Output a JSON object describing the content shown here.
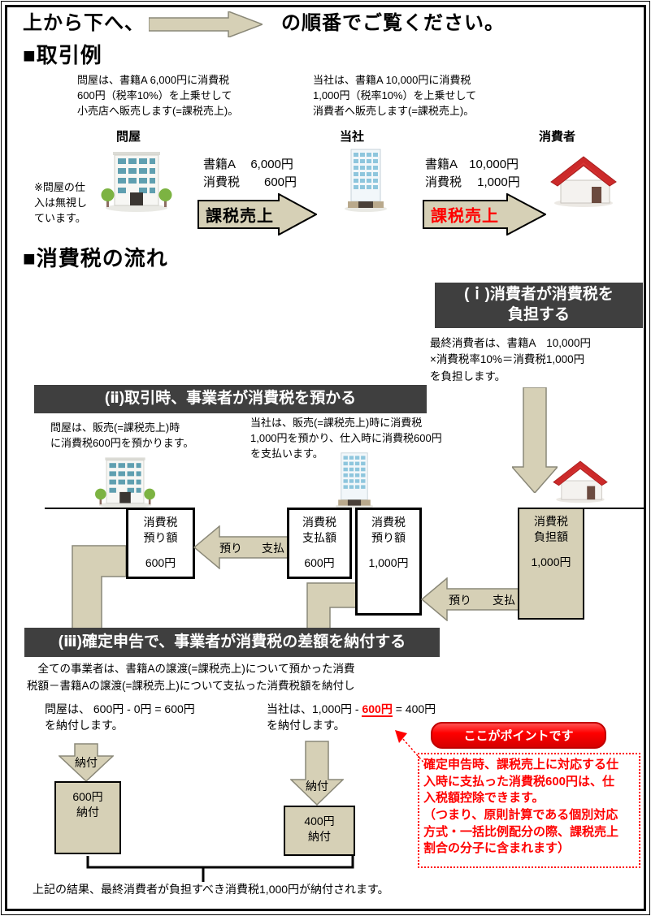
{
  "colors": {
    "beige": "#d6d0b6",
    "beige_border": "#8a8878",
    "dark_header": "#3f3f3f",
    "accent_red": "#ff0000"
  },
  "guide": {
    "prefix": "上から下へ、",
    "suffix": "の順番でご覧ください。"
  },
  "transaction": {
    "heading": "■取引例",
    "wholesaler_para": "問屋は、書籍A 6,000円に消費税\n600円（税率10%）を上乗せして\n小売店へ販売します(=課税売上)。",
    "company_para": "当社は、書籍A 10,000円に消費税\n1,000円（税率10%）を上乗せして\n消費者へ販売します(=課税売上)。",
    "wholesaler_label": "問屋",
    "company_label": "当社",
    "consumer_label": "消費者",
    "wholesaler_note": "※問屋の仕\n入は無視し\nています。",
    "price_wholesaler": "書籍A　 6,000円\n消費税　　600円",
    "price_company": "書籍A　10,000円\n消費税　 1,000円",
    "taxable_sale_label": "課税売上"
  },
  "flow": {
    "heading": "■消費税の流れ",
    "step1": {
      "title": "(ｉ)消費者が消費税を\n負担する",
      "body": "最終消費者は、書籍A　10,000円\n×消費税率10%＝消費税1,000円\nを負担します。"
    },
    "step2": {
      "title": "(ⅱ)取引時、事業者が消費税を預かる",
      "body_left": "問屋は、販売(=課税売上)時\nに消費税600円を預かります。",
      "body_right": "当社は、販売(=課税売上)時に消費税\n1,000円を預かり、仕入時に消費税600円\nを支払います。"
    },
    "boxes": {
      "wholesaler_kept": {
        "title": "消費税\n預り額",
        "amount": "600円"
      },
      "company_paid": {
        "title": "消費税\n支払額",
        "amount": "600円"
      },
      "company_kept": {
        "title": "消費税\n預り額",
        "amount": "1,000円"
      },
      "consumer_burden": {
        "title": "消費税\n負担額",
        "amount": "1,000円"
      }
    },
    "arrow_labels": {
      "azukari": "預り",
      "shiharai": "支払",
      "nofu": "納付"
    },
    "step3": {
      "title": "(ⅲ)確定申告で、事業者が消費税の差額を納付する",
      "body": "　全ての事業者は、書籍Aの譲渡(=課税売上)について預かった消費\n税額－書籍Aの譲渡(=課税売上)について支払った消費税額を納付し"
    },
    "formula_wholesaler": "問屋は、 600円 - 0円 = 600円\nを納付します。",
    "formula_company": {
      "p1": "当社は、1,000円 - ",
      "highlight": "600円",
      "p2": " =  400円",
      "line2": "を納付します。"
    },
    "payment_boxes": {
      "wholesaler": "600円\n納付",
      "company": "400円\n納付"
    },
    "point": {
      "button": "ここがポイントです",
      "body": "確定申告時、課税売上に対応する仕\n入時に支払った消費税600円は、仕\n入税額控除できます。\n（つまり、原則計算である個別対応\n方式・一括比例配分の際、課税売上\n割合の分子に含まれます）"
    },
    "conclusion": "上記の結果、最終消費者が負担すべき消費税1,000円が納付されます。"
  }
}
